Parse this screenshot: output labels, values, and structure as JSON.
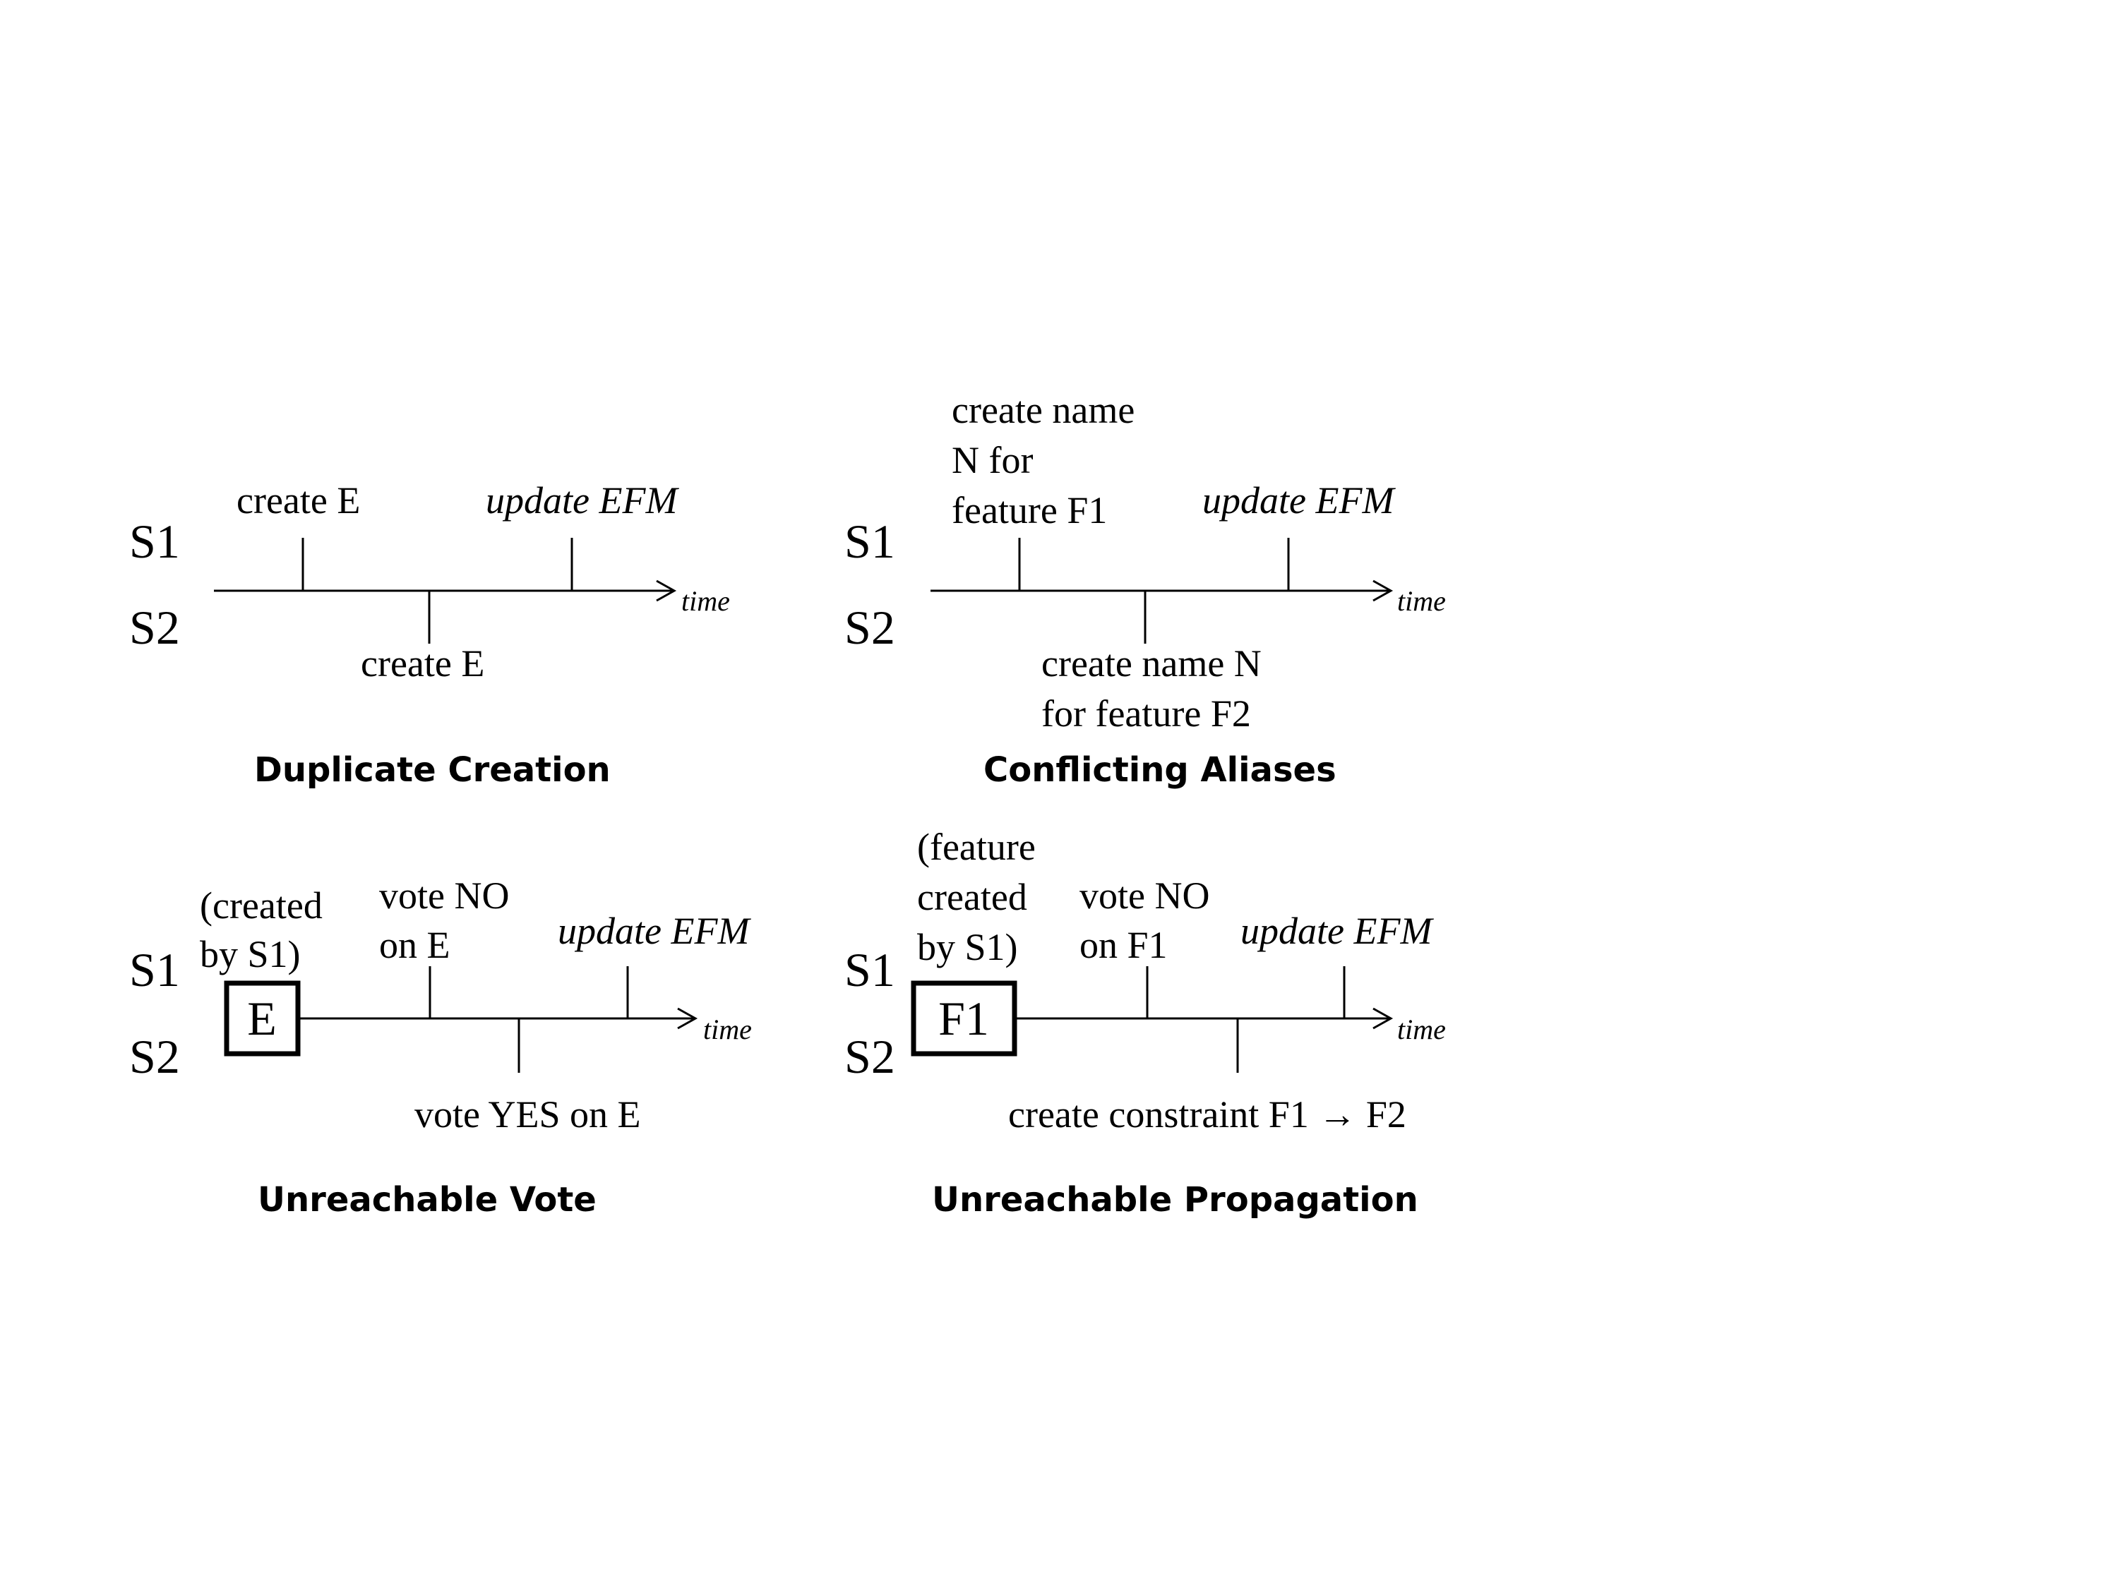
{
  "panels": [
    {
      "caption": "Duplicate Creation",
      "site_labels": [
        "S1",
        "S2"
      ],
      "axis_label": "time",
      "events": [
        {
          "lines": [
            "create E"
          ],
          "italic": false
        },
        {
          "lines": [
            "create E"
          ],
          "italic": false
        },
        {
          "lines": [
            "update EFM"
          ],
          "italic": true
        }
      ]
    },
    {
      "caption": "Conflicting Aliases",
      "site_labels": [
        "S1",
        "S2"
      ],
      "axis_label": "time",
      "events": [
        {
          "lines": [
            "create name",
            "N for",
            "feature F1"
          ],
          "italic": false
        },
        {
          "lines": [
            "create name N",
            "for feature F2"
          ],
          "italic": false
        },
        {
          "lines": [
            "update EFM"
          ],
          "italic": true
        }
      ]
    },
    {
      "caption": "Unreachable Vote",
      "site_labels": [
        "S1",
        "S2"
      ],
      "axis_label": "time",
      "boxed_item": {
        "label": "E",
        "note_lines": [
          "(created",
          "by S1)"
        ]
      },
      "events": [
        {
          "lines": [
            "vote  NO",
            "on E"
          ],
          "italic": false
        },
        {
          "lines": [
            "vote  YES on E"
          ],
          "italic": false
        },
        {
          "lines": [
            "update EFM"
          ],
          "italic": true
        }
      ]
    },
    {
      "caption": "Unreachable Propagation",
      "site_labels": [
        "S1",
        "S2"
      ],
      "axis_label": "time",
      "boxed_item": {
        "label": "F1",
        "note_lines": [
          "(feature",
          "created",
          "by S1)"
        ]
      },
      "events": [
        {
          "lines": [
            "vote  NO",
            "on F1"
          ],
          "italic": false
        },
        {
          "lines": [
            "create constraint F1 → F2"
          ],
          "italic": false
        },
        {
          "lines": [
            "update EFM"
          ],
          "italic": true
        }
      ]
    }
  ]
}
